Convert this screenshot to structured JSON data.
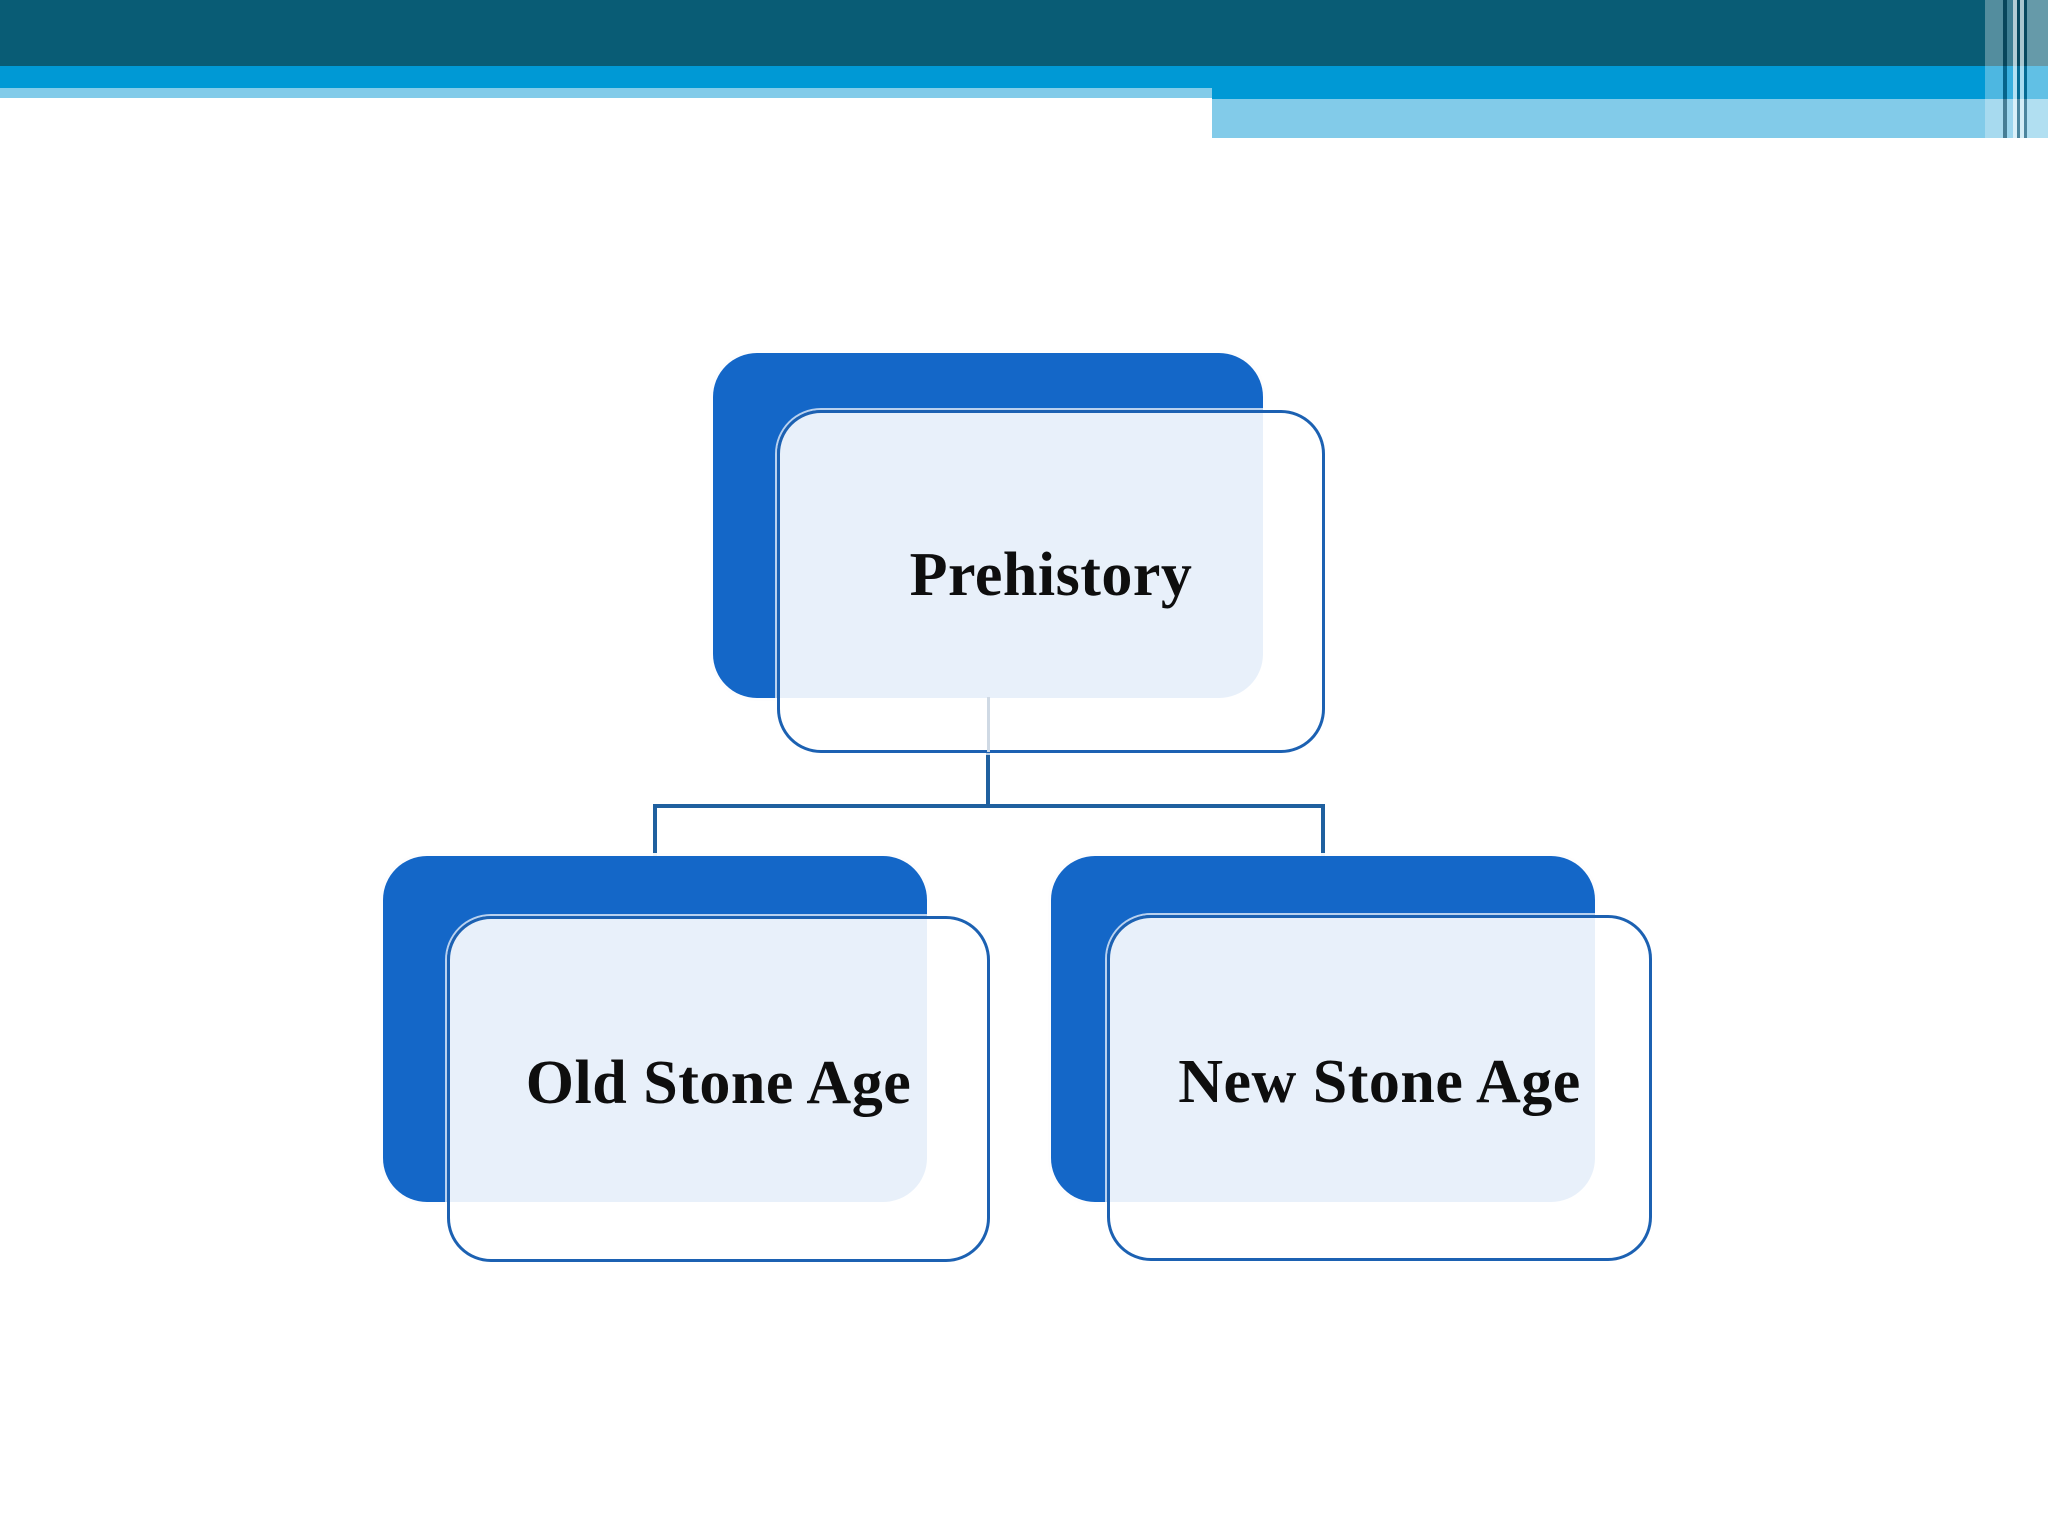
{
  "diagram": {
    "type": "hierarchy",
    "root": {
      "label": "Prehistory"
    },
    "children": [
      {
        "label": "Old Stone Age"
      },
      {
        "label": "New Stone Age"
      }
    ]
  },
  "theme": {
    "header_teal": "#095C75",
    "header_blue": "#0099D5",
    "header_light_blue": "#82CBE9",
    "node_fill": "#1467C8",
    "node_border": "#1C61B2",
    "node_overlay_fill": "rgba(255,255,255,0.9)",
    "connector": "#20609F",
    "connector_faint": "#CFD9E4",
    "label_color": "#0E0E0E",
    "background": "#FFFFFF"
  }
}
